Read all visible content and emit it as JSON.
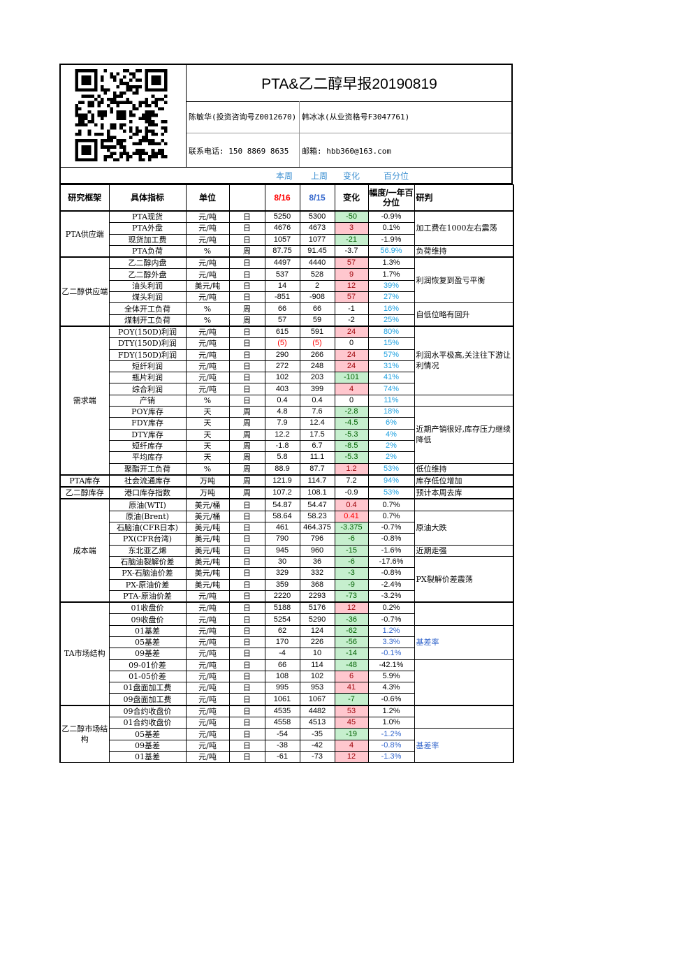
{
  "header": {
    "title": "PTA&乙二醇早报20190819",
    "analyst1": "陈敏华(投资咨询号Z0012670)",
    "analyst2": "韩冰冰(从业资格号F3047761)",
    "phone": "联系电话: 150 8869 8635",
    "email": "邮箱: hbb360@163.com"
  },
  "week_band": {
    "this_week": "本周",
    "last_week": "上周",
    "change": "变化",
    "percentile": "百分位"
  },
  "columns": {
    "framework": "研究框架",
    "indicator": "具体指标",
    "unit": "单位",
    "freq": "",
    "date1": "8/16",
    "date2": "8/15",
    "change": "变化",
    "range": "幅度/一年百分位",
    "judgement": "研判"
  },
  "colors": {
    "green_bg": "#c6efce",
    "red_bg": "#ffc7ce",
    "pct_blue": "#1ea0e0"
  },
  "sections": [
    {
      "category": "PTA供应端",
      "rows": [
        {
          "indicator": "PTA现货",
          "unit": "元/吨",
          "freq": "日",
          "v1": "5250",
          "v2": "5300",
          "change": "-50",
          "chg_color": "g",
          "pct": "-0.9%",
          "pct_color": ""
        },
        {
          "indicator": "PTA外盘",
          "unit": "元/吨",
          "freq": "日",
          "v1": "4676",
          "v2": "4673",
          "change": "3",
          "chg_color": "r",
          "pct": "0.1%",
          "pct_color": ""
        },
        {
          "indicator": "现货加工费",
          "unit": "元/吨",
          "freq": "日",
          "v1": "1057",
          "v2": "1077",
          "change": "-21",
          "chg_color": "g",
          "pct": "-1.9%",
          "pct_color": ""
        },
        {
          "indicator": "PTA负荷",
          "unit": "%",
          "freq": "周",
          "v1": "87.75",
          "v2": "91.45",
          "change": "-3.7",
          "chg_color": "n",
          "pct": "56.9%",
          "pct_color": "b"
        }
      ],
      "notes": [
        {
          "text": "加工费在1000左右震荡",
          "span": 3
        },
        {
          "text": "负荷维持",
          "span": 1
        }
      ]
    },
    {
      "category": "乙二醇供应端",
      "rows": [
        {
          "indicator": "乙二醇内盘",
          "unit": "元/吨",
          "freq": "日",
          "v1": "4497",
          "v2": "4440",
          "change": "57",
          "chg_color": "r",
          "pct": "1.3%",
          "pct_color": ""
        },
        {
          "indicator": "乙二醇外盘",
          "unit": "元/吨",
          "freq": "日",
          "v1": "537",
          "v2": "528",
          "change": "9",
          "chg_color": "r",
          "pct": "1.7%",
          "pct_color": ""
        },
        {
          "indicator": "油头利润",
          "unit": "美元/吨",
          "freq": "日",
          "v1": "14",
          "v2": "2",
          "change": "12",
          "chg_color": "r",
          "pct": "39%",
          "pct_color": "b"
        },
        {
          "indicator": "煤头利润",
          "unit": "元/吨",
          "freq": "日",
          "v1": "-851",
          "v2": "-908",
          "change": "57",
          "chg_color": "r",
          "pct": "27%",
          "pct_color": "b"
        },
        {
          "indicator": "全体开工负荷",
          "unit": "%",
          "freq": "周",
          "v1": "66",
          "v2": "66",
          "change": "-1",
          "chg_color": "n",
          "pct": "16%",
          "pct_color": "b"
        },
        {
          "indicator": "煤制开工负荷",
          "unit": "%",
          "freq": "周",
          "v1": "57",
          "v2": "59",
          "change": "-2",
          "chg_color": "n",
          "pct": "25%",
          "pct_color": "b"
        }
      ],
      "notes": [
        {
          "text": "利润恢复到盈亏平衡",
          "span": 4
        },
        {
          "text": "自低位略有回升",
          "span": 2
        }
      ]
    },
    {
      "category": "需求端",
      "rows": [
        {
          "indicator": "POY(150D)利润",
          "unit": "元/吨",
          "freq": "日",
          "v1": "615",
          "v2": "591",
          "change": "24",
          "chg_color": "r",
          "pct": "80%",
          "pct_color": "b"
        },
        {
          "indicator": "DTY(150D)利润",
          "unit": "元/吨",
          "freq": "日",
          "v1": "(5)",
          "v2": "(5)",
          "change": "0",
          "chg_color": "n",
          "pct": "15%",
          "pct_color": "b",
          "red_values": true
        },
        {
          "indicator": "FDY(150D)利润",
          "unit": "元/吨",
          "freq": "日",
          "v1": "290",
          "v2": "266",
          "change": "24",
          "chg_color": "r",
          "pct": "57%",
          "pct_color": "b"
        },
        {
          "indicator": "短纤利润",
          "unit": "元/吨",
          "freq": "日",
          "v1": "272",
          "v2": "248",
          "change": "24",
          "chg_color": "r",
          "pct": "31%",
          "pct_color": "b"
        },
        {
          "indicator": "瓶片利润",
          "unit": "元/吨",
          "freq": "日",
          "v1": "102",
          "v2": "203",
          "change": "-101",
          "chg_color": "g",
          "pct": "41%",
          "pct_color": "b"
        },
        {
          "indicator": "综合利润",
          "unit": "元/吨",
          "freq": "日",
          "v1": "403",
          "v2": "399",
          "change": "4",
          "chg_color": "r",
          "pct": "74%",
          "pct_color": "b"
        },
        {
          "indicator": "产销",
          "unit": "%",
          "freq": "日",
          "v1": "0.4",
          "v2": "0.4",
          "change": "0",
          "chg_color": "n",
          "pct": "11%",
          "pct_color": "b"
        },
        {
          "indicator": "POY库存",
          "unit": "天",
          "freq": "周",
          "v1": "4.8",
          "v2": "7.6",
          "change": "-2.8",
          "chg_color": "g",
          "pct": "18%",
          "pct_color": "b"
        },
        {
          "indicator": "FDY库存",
          "unit": "天",
          "freq": "周",
          "v1": "7.9",
          "v2": "12.4",
          "change": "-4.5",
          "chg_color": "g",
          "pct": "6%",
          "pct_color": "b"
        },
        {
          "indicator": "DTY库存",
          "unit": "天",
          "freq": "周",
          "v1": "12.2",
          "v2": "17.5",
          "change": "-5.3",
          "chg_color": "g",
          "pct": "4%",
          "pct_color": "b"
        },
        {
          "indicator": "短纤库存",
          "unit": "天",
          "freq": "周",
          "v1": "-1.8",
          "v2": "6.7",
          "change": "-8.5",
          "chg_color": "g",
          "pct": "2%",
          "pct_color": "b"
        },
        {
          "indicator": "平均库存",
          "unit": "天",
          "freq": "周",
          "v1": "5.8",
          "v2": "11.1",
          "change": "-5.3",
          "chg_color": "g",
          "pct": "2%",
          "pct_color": "b"
        },
        {
          "indicator": "聚酯开工负荷",
          "unit": "%",
          "freq": "周",
          "v1": "88.9",
          "v2": "87.7",
          "change": "1.2",
          "chg_color": "r",
          "pct": "53%",
          "pct_color": "b"
        }
      ],
      "notes": [
        {
          "text": "利润水平极高,关注往下游让利情况",
          "span": 6
        },
        {
          "text": "",
          "span": 1
        },
        {
          "text": "近期产销很好,库存压力继续降低",
          "span": 5
        },
        {
          "text": "低位维持",
          "span": 1
        }
      ]
    },
    {
      "category": "PTA库存",
      "rows": [
        {
          "indicator": "社会流通库存",
          "unit": "万吨",
          "freq": "周",
          "v1": "121.9",
          "v2": "114.7",
          "change": "7.2",
          "chg_color": "n",
          "pct": "94%",
          "pct_color": "b"
        }
      ],
      "notes": [
        {
          "text": "库存低位增加",
          "span": 1
        }
      ]
    },
    {
      "category": "乙二醇库存",
      "rows": [
        {
          "indicator": "港口库存指数",
          "unit": "万吨",
          "freq": "周",
          "v1": "107.2",
          "v2": "108.1",
          "change": "-0.9",
          "chg_color": "n",
          "pct": "53%",
          "pct_color": "b"
        }
      ],
      "notes": [
        {
          "text": "预计本周去库",
          "span": 1
        }
      ]
    },
    {
      "category": "成本端",
      "rows": [
        {
          "indicator": "原油(WTI)",
          "unit": "美元/桶",
          "freq": "日",
          "v1": "54.87",
          "v2": "54.47",
          "change": "0.4",
          "chg_color": "r",
          "pct": "0.7%",
          "pct_color": ""
        },
        {
          "indicator": "原油(Brent)",
          "unit": "美元/桶",
          "freq": "日",
          "v1": "58.64",
          "v2": "58.23",
          "change": "0.41",
          "chg_color": "r",
          "pct": "0.7%",
          "pct_color": "",
          "red_change": true
        },
        {
          "indicator": "石脑油(CFR日本)",
          "unit": "美元/吨",
          "freq": "日",
          "v1": "461",
          "v2": "464.375",
          "change": "-3.375",
          "chg_color": "g",
          "pct": "-0.7%",
          "pct_color": ""
        },
        {
          "indicator": "PX(CFR台湾)",
          "unit": "美元/吨",
          "freq": "日",
          "v1": "790",
          "v2": "796",
          "change": "-6",
          "chg_color": "g",
          "pct": "-0.8%",
          "pct_color": ""
        },
        {
          "indicator": "东北亚乙烯",
          "unit": "美元/吨",
          "freq": "日",
          "v1": "945",
          "v2": "960",
          "change": "-15",
          "chg_color": "g",
          "pct": "-1.6%",
          "pct_color": ""
        },
        {
          "indicator": "石脑油裂解价差",
          "unit": "美元/吨",
          "freq": "日",
          "v1": "30",
          "v2": "36",
          "change": "-6",
          "chg_color": "g",
          "pct": "-17.6%",
          "pct_color": ""
        },
        {
          "indicator": "PX-石脑油价差",
          "unit": "美元/吨",
          "freq": "日",
          "v1": "329",
          "v2": "332",
          "change": "-3",
          "chg_color": "g",
          "pct": "-0.8%",
          "pct_color": ""
        },
        {
          "indicator": "PX-原油价差",
          "unit": "美元/吨",
          "freq": "日",
          "v1": "359",
          "v2": "368",
          "change": "-9",
          "chg_color": "g",
          "pct": "-2.4%",
          "pct_color": ""
        },
        {
          "indicator": "PTA-原油价差",
          "unit": "元/吨",
          "freq": "日",
          "v1": "2220",
          "v2": "2293",
          "change": "-73",
          "chg_color": "g",
          "pct": "-3.2%",
          "pct_color": ""
        }
      ],
      "notes": [
        {
          "text": "",
          "span": 1
        },
        {
          "text": "原油大跌",
          "span": 3
        },
        {
          "text": "近期走强",
          "span": 1
        },
        {
          "text": "PX裂解价差震荡",
          "span": 4
        }
      ]
    },
    {
      "category": "TA市场结构",
      "rows": [
        {
          "indicator": "01收盘价",
          "unit": "元/吨",
          "freq": "日",
          "v1": "5188",
          "v2": "5176",
          "change": "12",
          "chg_color": "r",
          "pct": "0.2%",
          "pct_color": ""
        },
        {
          "indicator": "09收盘价",
          "unit": "元/吨",
          "freq": "日",
          "v1": "5254",
          "v2": "5290",
          "change": "-36",
          "chg_color": "g",
          "pct": "-0.7%",
          "pct_color": ""
        },
        {
          "indicator": "01基差",
          "unit": "元/吨",
          "freq": "日",
          "v1": "62",
          "v2": "124",
          "change": "-62",
          "chg_color": "g",
          "pct": "1.2%",
          "pct_color": "b2"
        },
        {
          "indicator": "05基差",
          "unit": "元/吨",
          "freq": "日",
          "v1": "170",
          "v2": "226",
          "change": "-56",
          "chg_color": "g",
          "pct": "3.3%",
          "pct_color": "b2"
        },
        {
          "indicator": "09基差",
          "unit": "元/吨",
          "freq": "日",
          "v1": "-4",
          "v2": "10",
          "change": "-14",
          "chg_color": "g",
          "pct": "-0.1%",
          "pct_color": "b2"
        },
        {
          "indicator": "09-01价差",
          "unit": "元/吨",
          "freq": "日",
          "v1": "66",
          "v2": "114",
          "change": "-48",
          "chg_color": "g",
          "pct": "-42.1%",
          "pct_color": ""
        },
        {
          "indicator": "01-05价差",
          "unit": "元/吨",
          "freq": "日",
          "v1": "108",
          "v2": "102",
          "change": "6",
          "chg_color": "r",
          "pct": "5.9%",
          "pct_color": ""
        },
        {
          "indicator": "01盘面加工费",
          "unit": "元/吨",
          "freq": "日",
          "v1": "995",
          "v2": "953",
          "change": "41",
          "chg_color": "r",
          "pct": "4.3%",
          "pct_color": ""
        },
        {
          "indicator": "09盘面加工费",
          "unit": "元/吨",
          "freq": "日",
          "v1": "1061",
          "v2": "1067",
          "change": "-7",
          "chg_color": "g",
          "pct": "-0.6%",
          "pct_color": ""
        }
      ],
      "notes": [
        {
          "text": "",
          "span": 2
        },
        {
          "text": "基差率",
          "span": 3
        },
        {
          "text": "",
          "span": 4
        }
      ]
    },
    {
      "category": "乙二醇市场结构",
      "rows": [
        {
          "indicator": "09合约收盘价",
          "unit": "元/吨",
          "freq": "日",
          "v1": "4535",
          "v2": "4482",
          "change": "53",
          "chg_color": "r",
          "pct": "1.2%",
          "pct_color": ""
        },
        {
          "indicator": "01合约收盘价",
          "unit": "元/吨",
          "freq": "日",
          "v1": "4558",
          "v2": "4513",
          "change": "45",
          "chg_color": "r",
          "pct": "1.0%",
          "pct_color": ""
        },
        {
          "indicator": "05基差",
          "unit": "元/吨",
          "freq": "日",
          "v1": "-54",
          "v2": "-35",
          "change": "-19",
          "chg_color": "g",
          "pct": "-1.2%",
          "pct_color": "b2"
        },
        {
          "indicator": "09基差",
          "unit": "元/吨",
          "freq": "日",
          "v1": "-38",
          "v2": "-42",
          "change": "4",
          "chg_color": "r",
          "pct": "-0.8%",
          "pct_color": "b2"
        },
        {
          "indicator": "01基差",
          "unit": "元/吨",
          "freq": "日",
          "v1": "-61",
          "v2": "-73",
          "change": "12",
          "chg_color": "r",
          "pct": "-1.3%",
          "pct_color": "b2"
        }
      ],
      "notes": [
        {
          "text": "",
          "span": 2
        },
        {
          "text": "基差率",
          "span": 3
        }
      ]
    }
  ]
}
